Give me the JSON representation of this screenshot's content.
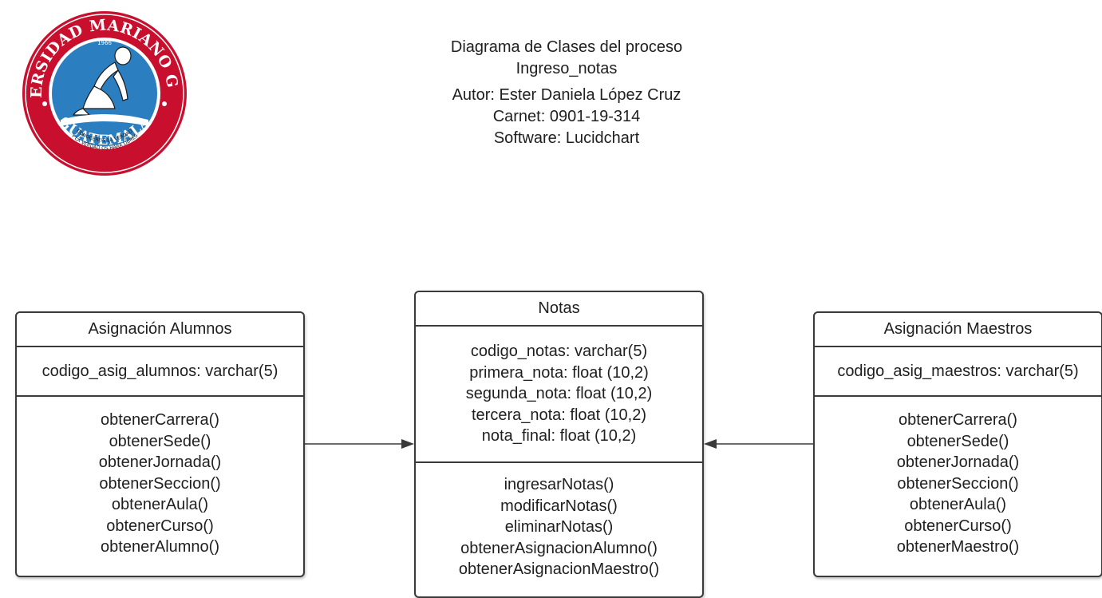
{
  "header": {
    "title_line1": "Diagrama de Clases del proceso",
    "title_line2": "Ingreso_notas",
    "author": "Autor: Ester Daniela López Cruz",
    "carnet": "Carnet: 0901-19-314",
    "software": "Software: Lucidchart"
  },
  "logo": {
    "institution": "UNIVERSIDAD MARIANO GALVEZ",
    "city": "GUATEMALA",
    "year": "1966",
    "motto_line1": "CONOCEREIS LA VERDAD",
    "motto_line2": "Y LA VERDAD OS HARA LIBRES"
  },
  "classes": {
    "alumnos": {
      "name": "Asignación Alumnos",
      "attributes": [
        "codigo_asig_alumnos: varchar(5)"
      ],
      "operations": [
        "obtenerCarrera()",
        "obtenerSede()",
        "obtenerJornada()",
        "obtenerSeccion()",
        "obtenerAula()",
        "obtenerCurso()",
        "obtenerAlumno()"
      ]
    },
    "notas": {
      "name": "Notas",
      "attributes": [
        "codigo_notas: varchar(5)",
        "primera_nota: float (10,2)",
        "segunda_nota: float (10,2)",
        "tercera_nota: float (10,2)",
        "nota_final: float (10,2)"
      ],
      "operations": [
        "ingresarNotas()",
        "modificarNotas()",
        "eliminarNotas()",
        "obtenerAsignacionAlumno()",
        "obtenerAsignacionMaestro()"
      ]
    },
    "maestros": {
      "name": "Asignación Maestros",
      "attributes": [
        "codigo_asig_maestros: varchar(5)"
      ],
      "operations": [
        "obtenerCarrera()",
        "obtenerSede()",
        "obtenerJornada()",
        "obtenerSeccion()",
        "obtenerAula()",
        "obtenerCurso()",
        "obtenerMaestro()"
      ]
    }
  },
  "colors": {
    "logo_red": "#c8102e",
    "logo_blue": "#2b7fc0",
    "line": "#3a3a3a"
  }
}
